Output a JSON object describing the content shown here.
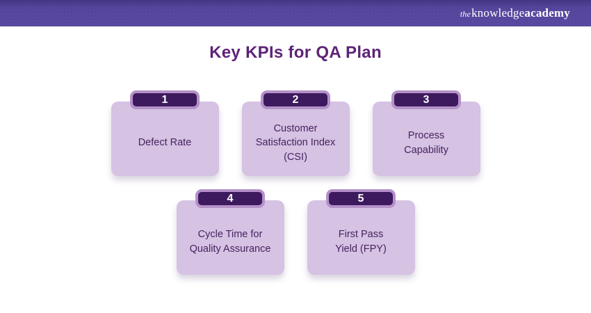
{
  "header": {
    "logo": {
      "the": "the",
      "knowledge": "knowledge",
      "academy": "academy"
    }
  },
  "title": "Key KPIs for QA Plan",
  "cards": [
    {
      "number": "1",
      "label": "Defect Rate"
    },
    {
      "number": "2",
      "label": "Customer Satisfaction Index (CSI)"
    },
    {
      "number": "3",
      "label": "Process Capability"
    },
    {
      "number": "4",
      "label": "Cycle Time for Quality Assurance"
    },
    {
      "number": "5",
      "label": "First Pass Yield (FPY)"
    }
  ],
  "colors": {
    "header_bg": "#5a49a1",
    "title_text": "#5e2377",
    "card_bg": "#d6c2e3",
    "card_text": "#44235f",
    "badge_bg": "#3d1a5d",
    "badge_ring": "#b491c8",
    "badge_text": "#ffffff"
  }
}
